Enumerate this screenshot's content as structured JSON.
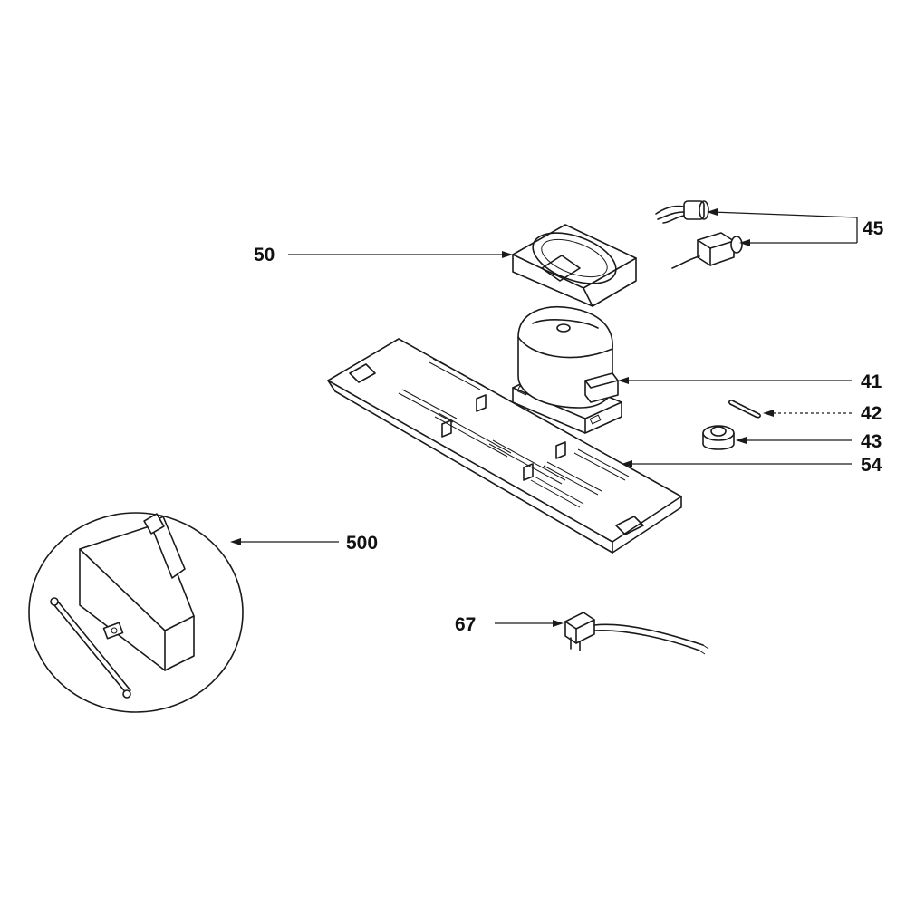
{
  "callouts": [
    {
      "id": "50",
      "label": "50",
      "part": "compressor-cover"
    },
    {
      "id": "45",
      "label": "45",
      "part": "relay-and-overload"
    },
    {
      "id": "41",
      "label": "41",
      "part": "compressor"
    },
    {
      "id": "42",
      "label": "42",
      "part": "clip"
    },
    {
      "id": "43",
      "label": "43",
      "part": "rubber-grommet"
    },
    {
      "id": "54",
      "label": "54",
      "part": "base-plate"
    },
    {
      "id": "500",
      "label": "500",
      "part": "thermostat-kit"
    },
    {
      "id": "67",
      "label": "67",
      "part": "power-cord"
    }
  ],
  "colors": {
    "line": "#1a1a1a",
    "background": "#ffffff"
  }
}
